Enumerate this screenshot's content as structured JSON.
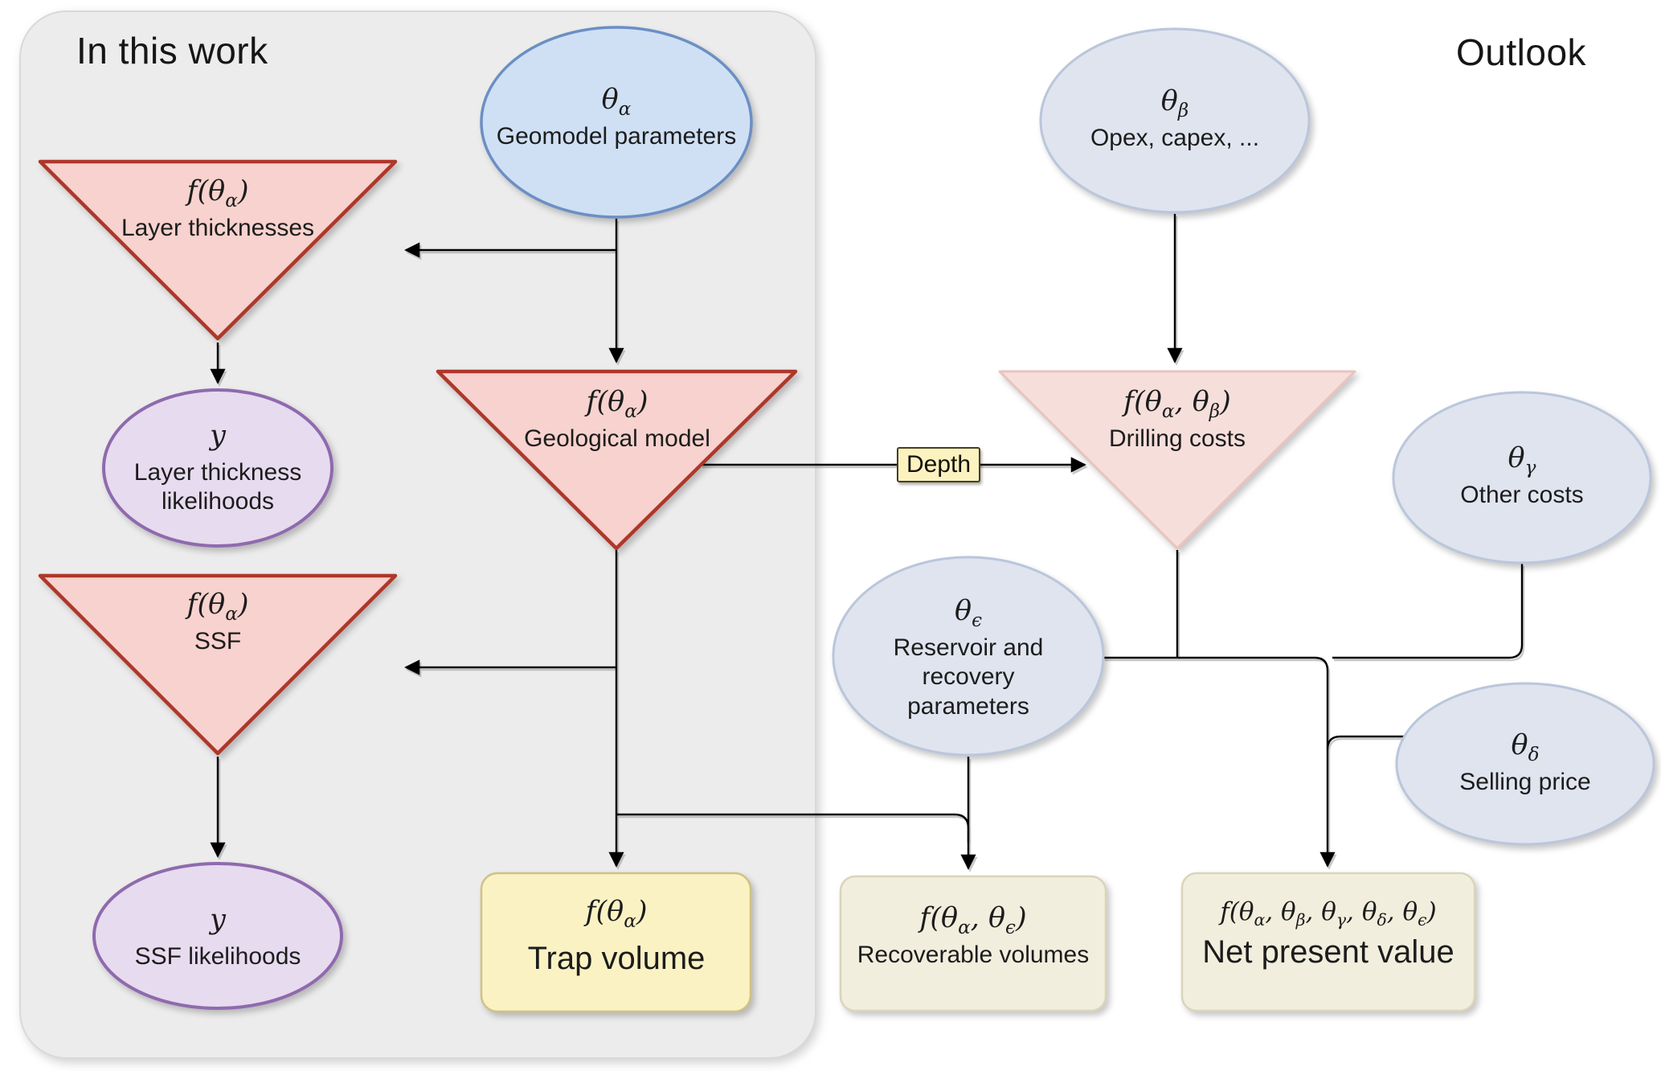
{
  "titles": {
    "in_this_work": "In this work",
    "outlook": "Outlook"
  },
  "nodes": {
    "geomodel_parameters": {
      "math": "θ_α",
      "label": "Geomodel parameters"
    },
    "layer_thicknesses": {
      "math": "f(θ_α)",
      "label": "Layer thicknesses"
    },
    "layer_thickness_likelihoods": {
      "math": "y",
      "label": "Layer thickness likelihoods"
    },
    "ssf": {
      "math": "f(θ_α)",
      "label": "SSF"
    },
    "ssf_likelihoods": {
      "math": "y",
      "label": "SSF likelihoods"
    },
    "geological_model": {
      "math": "f(θ_α)",
      "label": "Geological model"
    },
    "trap_volume": {
      "math": "f(θ_α)",
      "label": "Trap volume"
    },
    "depth": {
      "label": "Depth"
    },
    "opex_capex": {
      "math": "θ_β",
      "label": "Opex, capex, ..."
    },
    "drilling_costs": {
      "math": "f(θ_α, θ_β)",
      "label": "Drilling costs"
    },
    "other_costs": {
      "math": "θ_γ",
      "label": "Other costs"
    },
    "reservoir_recovery": {
      "math": "θ_ϵ",
      "label": "Reservoir and recovery parameters"
    },
    "selling_price": {
      "math": "θ_δ",
      "label": "Selling price"
    },
    "recoverable_volumes": {
      "math": "f(θ_α, θ_ϵ)",
      "label": "Recoverable volumes"
    },
    "net_present_value": {
      "math": "f(θ_α, θ_β, θ_γ, θ_δ, θ_ϵ)",
      "label": "Net present value"
    }
  },
  "colors": {
    "panel_bg": "#ececec",
    "blue_fill": "#cfe0f5",
    "blue_stroke": "#6b8fc4",
    "purple_fill": "#e7dbef",
    "purple_stroke": "#8f6aae",
    "grayblue_fill": "#dfe4ef",
    "grayblue_stroke": "#bac6db",
    "red_triangle_fill": "#f7d2ce",
    "red_triangle_stroke": "#ae372a",
    "pink_triangle_fill": "#f6dedb",
    "pink_triangle_stroke": "#e9c4bf",
    "yellow_box_fill": "#fbf2c4",
    "yellow_box_stroke": "#cfc285",
    "beige_box_fill": "#f1eedd",
    "beige_box_stroke": "#d9d5ba",
    "depth_fill": "#fbf2c0",
    "depth_stroke": "#45411f",
    "arrow": "#000000"
  }
}
